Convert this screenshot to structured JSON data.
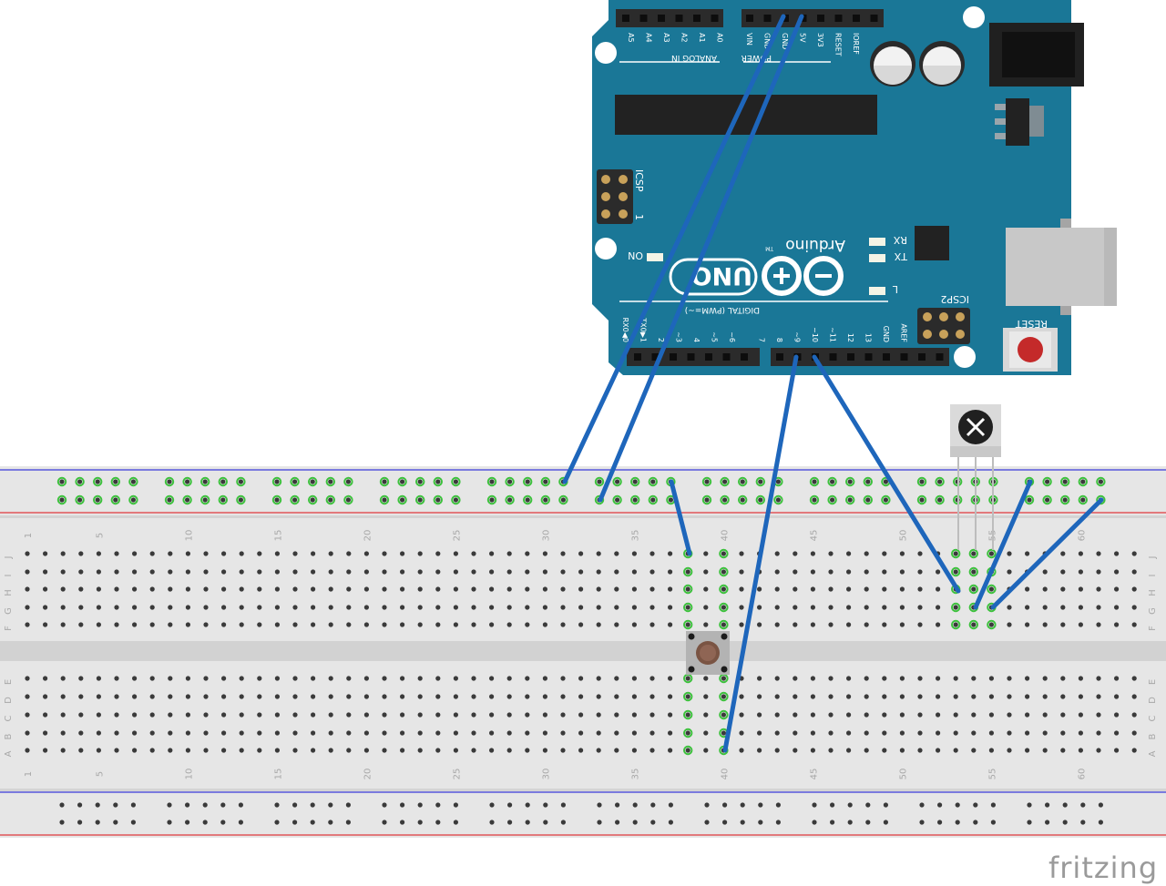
{
  "board": {
    "analog_header_label": "ANALOG IN",
    "analog_pins": [
      "A5",
      "A4",
      "A3",
      "A2",
      "A1",
      "A0"
    ],
    "power_header_label": "POWER",
    "power_pins": [
      "VIN",
      "GND",
      "GND",
      "5V",
      "3V3",
      "RESET",
      "IOREF"
    ],
    "icsp_label": "ICSP",
    "icsp_pin1_mark": "1",
    "icsp2_label": "ICSP2",
    "brand": "Arduino",
    "trademark": "TM",
    "model": "UNO",
    "on_label": "ON",
    "rx_label": "RX",
    "tx_label": "TX",
    "l_label": "L",
    "reset_label": "RESET",
    "digital_label": "DIGITAL (PWM=~)",
    "digital_pins": [
      "RX0◀0",
      "TX0▶1",
      "2",
      "~3",
      "4",
      "~5",
      "~6",
      "7",
      "8",
      "~9",
      "~10",
      "~11",
      "12",
      "13",
      "GND",
      "AREF"
    ]
  },
  "breadboard": {
    "column_numbers": [
      "1",
      "5",
      "10",
      "15",
      "20",
      "25",
      "30",
      "35",
      "40",
      "45",
      "50",
      "55",
      "60"
    ],
    "row_letters_top": [
      "J",
      "I",
      "H",
      "G",
      "F"
    ],
    "row_letters_bottom": [
      "E",
      "D",
      "C",
      "B",
      "A"
    ]
  },
  "watermark": "fritzing",
  "colors": {
    "board": "#1a7797",
    "board_dark": "#0f5e7a",
    "wire": "#1f6bc4",
    "rail_red": "#e0383c",
    "rail_blue": "#3b3bd9",
    "breadboard": "#e6e6e6",
    "hole_green": "#3dc13d"
  },
  "components": {
    "button": "pushbutton",
    "ir_receiver": "ir-receiver"
  }
}
